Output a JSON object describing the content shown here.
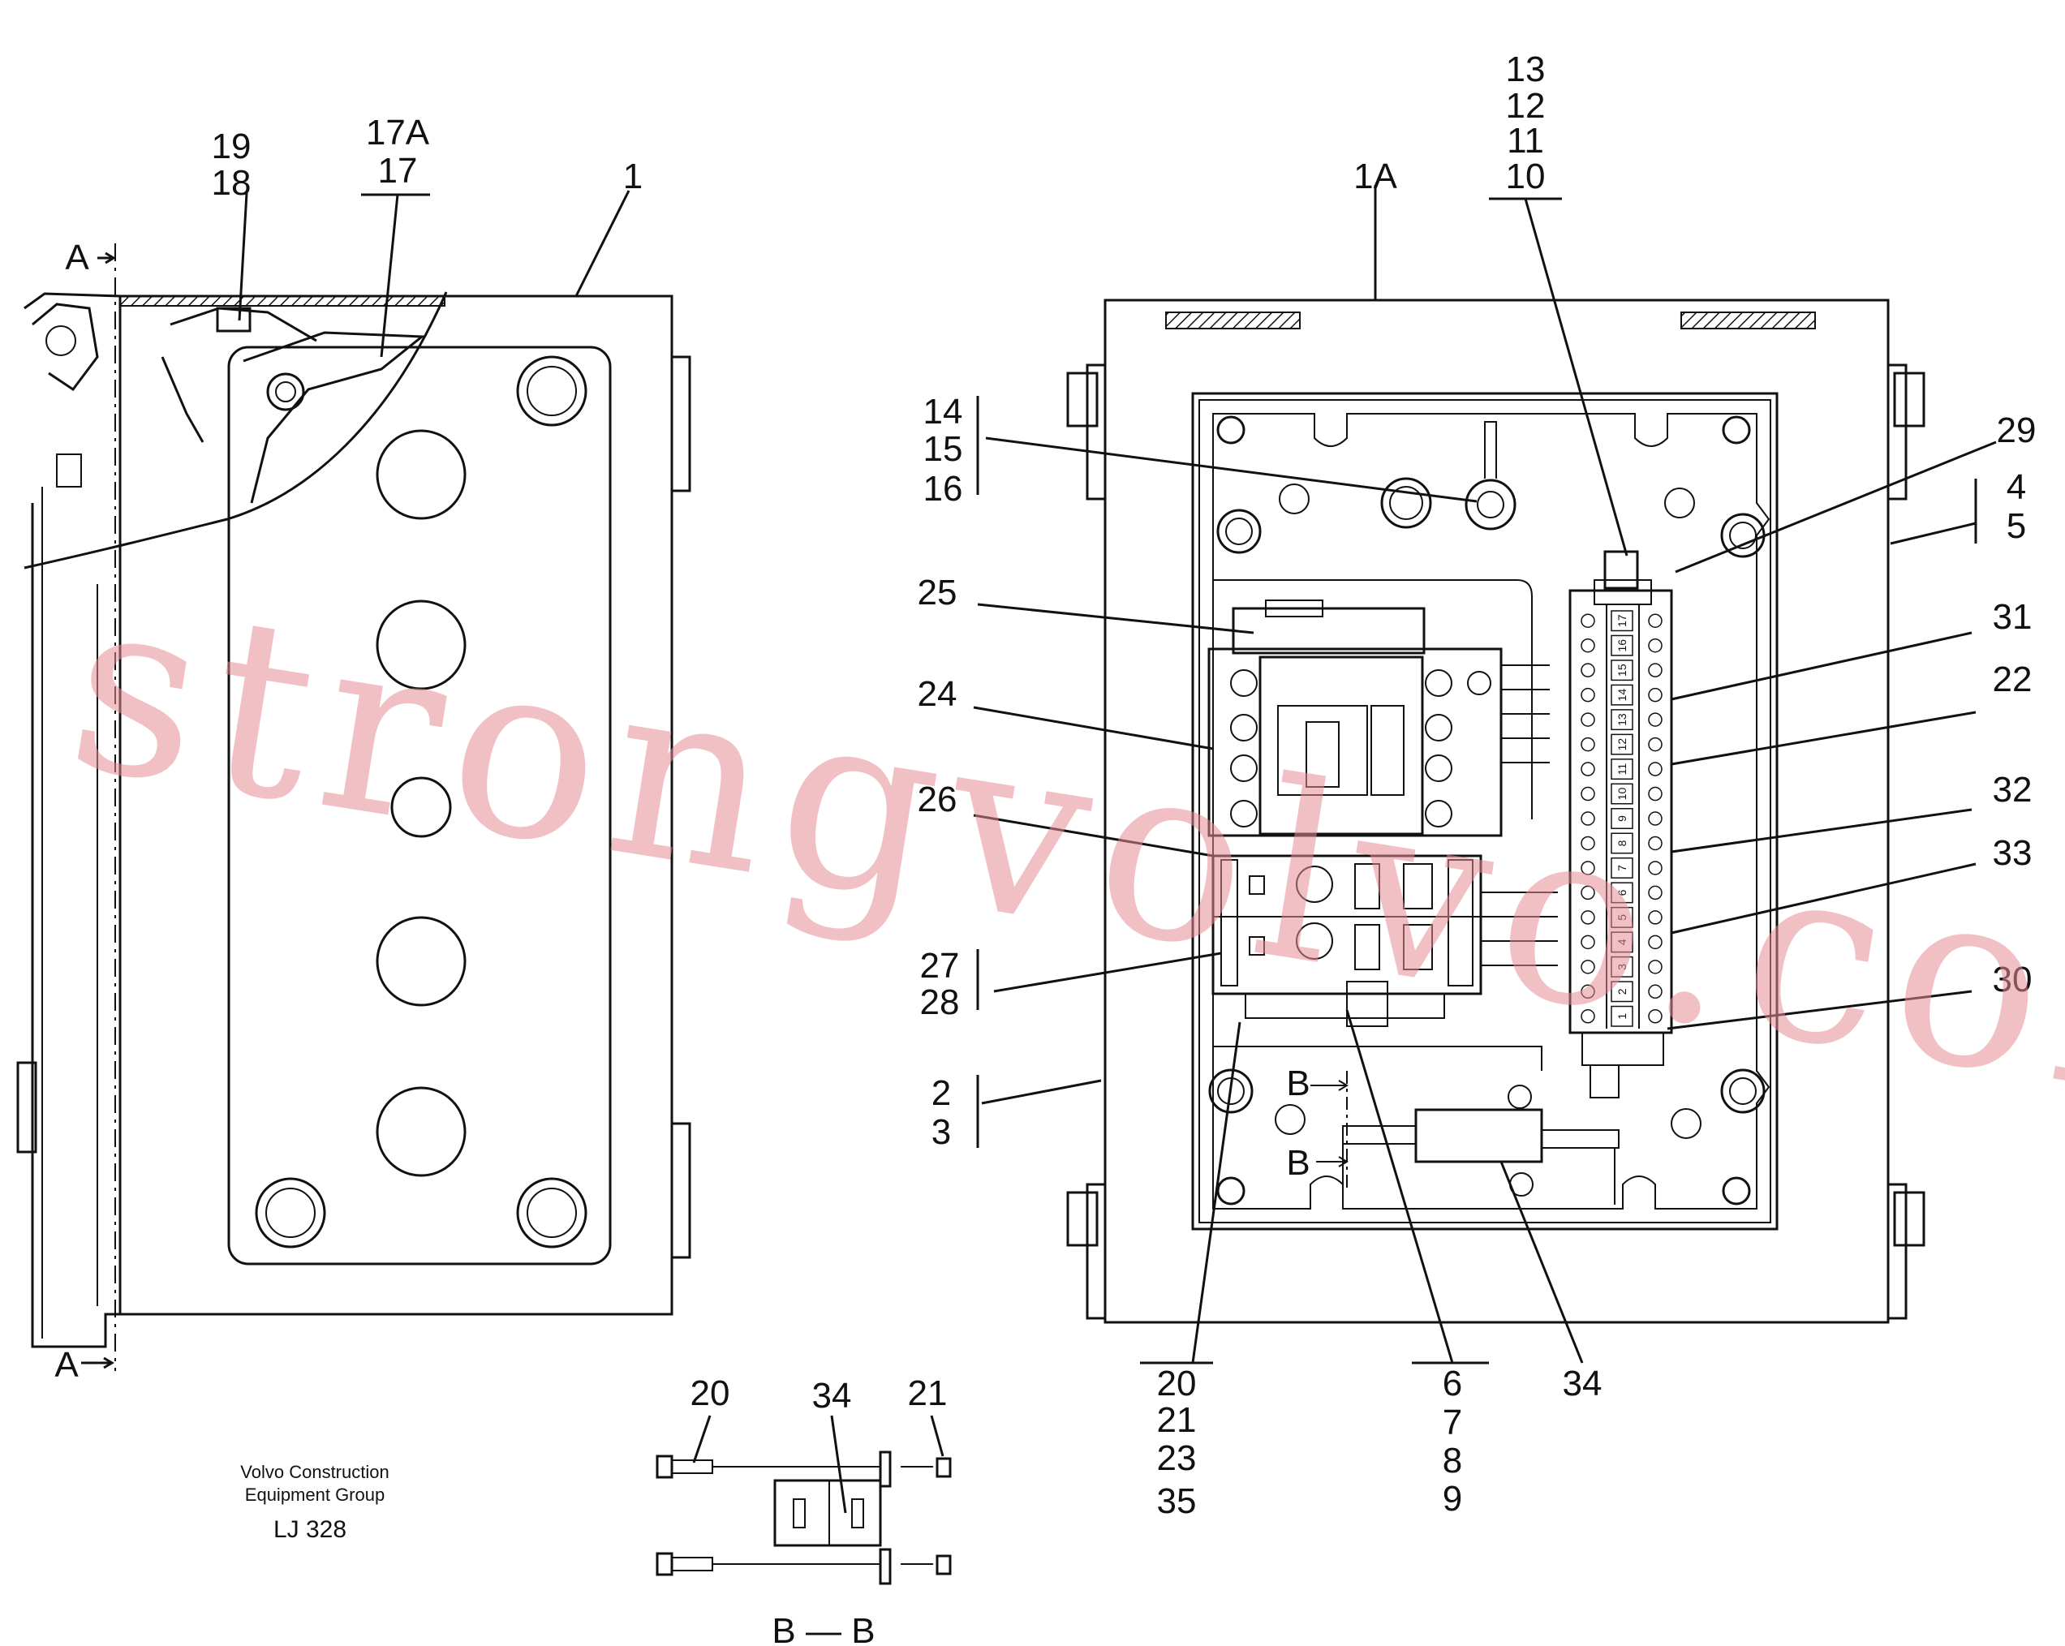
{
  "callouts_left": {
    "c19": "19",
    "c18": "18",
    "c17A": "17A",
    "c17": "17",
    "c1": "1",
    "sectionA_top": "A",
    "sectionA_bottom": "A"
  },
  "callouts_right": {
    "c13": "13",
    "c12": "12",
    "c11": "11",
    "c10": "10",
    "c1A": "1A",
    "c14": "14",
    "c15": "15",
    "c16": "16",
    "c29": "29",
    "c4": "4",
    "c5": "5",
    "c25": "25",
    "c31": "31",
    "c24": "24",
    "c22": "22",
    "c26": "26",
    "c32": "32",
    "c33": "33",
    "c27": "27",
    "c28": "28",
    "c30": "30",
    "c2": "2",
    "c3": "3",
    "sectionB_top": "B",
    "sectionB_bottom": "B",
    "c20": "20",
    "c21": "21",
    "c23": "23",
    "c35": "35",
    "c6": "6",
    "c7": "7",
    "c8": "8",
    "c9": "9",
    "c34": "34"
  },
  "detail_bb": {
    "c20": "20",
    "c34": "34",
    "c21": "21",
    "title": "B — B"
  },
  "caption": {
    "line1": "Volvo Construction",
    "line2": "Equipment Group",
    "code": "LJ 328"
  },
  "terminal_numbers": [
    "1",
    "2",
    "3",
    "4",
    "5",
    "6",
    "7",
    "8",
    "9",
    "10",
    "11",
    "12",
    "13",
    "14",
    "15",
    "16",
    "17"
  ],
  "watermark": "strongvolvo.com"
}
